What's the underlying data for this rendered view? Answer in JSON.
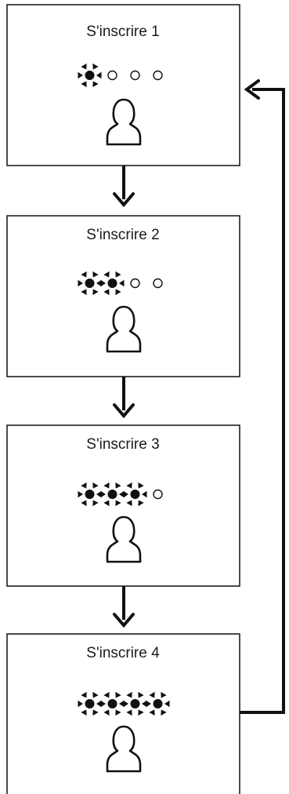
{
  "steps": [
    {
      "label": "S'inscrire 1",
      "active_leds": 1,
      "total_leds": 4,
      "icon": "person-icon"
    },
    {
      "label": "S'inscrire 2",
      "active_leds": 2,
      "total_leds": 4,
      "icon": "person-icon"
    },
    {
      "label": "S'inscrire 3",
      "active_leds": 3,
      "total_leds": 4,
      "icon": "person-icon"
    },
    {
      "label": "S'inscrire 4",
      "active_leds": 4,
      "total_leds": 4,
      "icon": "person-icon"
    }
  ],
  "colors": {
    "line": "#111111",
    "background": "#ffffff"
  }
}
